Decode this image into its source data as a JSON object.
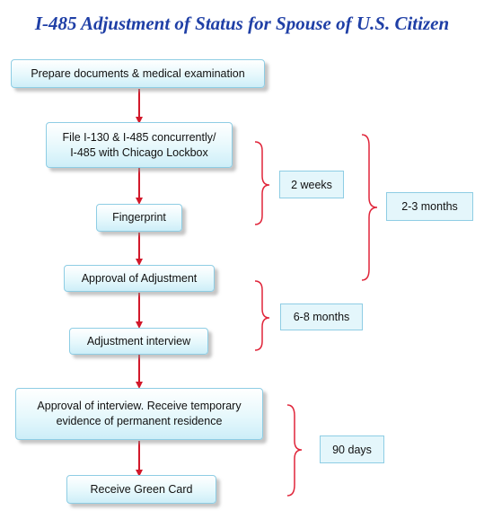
{
  "title": "I-485 Adjustment of Status for Spouse of U.S. Citizen",
  "steps": [
    {
      "lines": [
        "Prepare documents & medical examination"
      ]
    },
    {
      "lines": [
        "File I-130 & I-485 concurrently/",
        "I-485 with Chicago Lockbox"
      ]
    },
    {
      "lines": [
        "Fingerprint"
      ]
    },
    {
      "lines": [
        "Approval of Adjustment"
      ]
    },
    {
      "lines": [
        "Adjustment interview"
      ]
    },
    {
      "lines": [
        "Approval of interview. Receive temporary",
        "evidence of permanent residence"
      ]
    },
    {
      "lines": [
        "Receive Green Card"
      ]
    }
  ],
  "durations": [
    {
      "label": "2 weeks"
    },
    {
      "label": "2-3 months"
    },
    {
      "label": "6-8 months"
    },
    {
      "label": "90 days"
    }
  ],
  "colors": {
    "title": "#1f3fa6",
    "arrow": "#d2182a",
    "brace": "#e0253a",
    "box_border": "#8ecde4"
  }
}
